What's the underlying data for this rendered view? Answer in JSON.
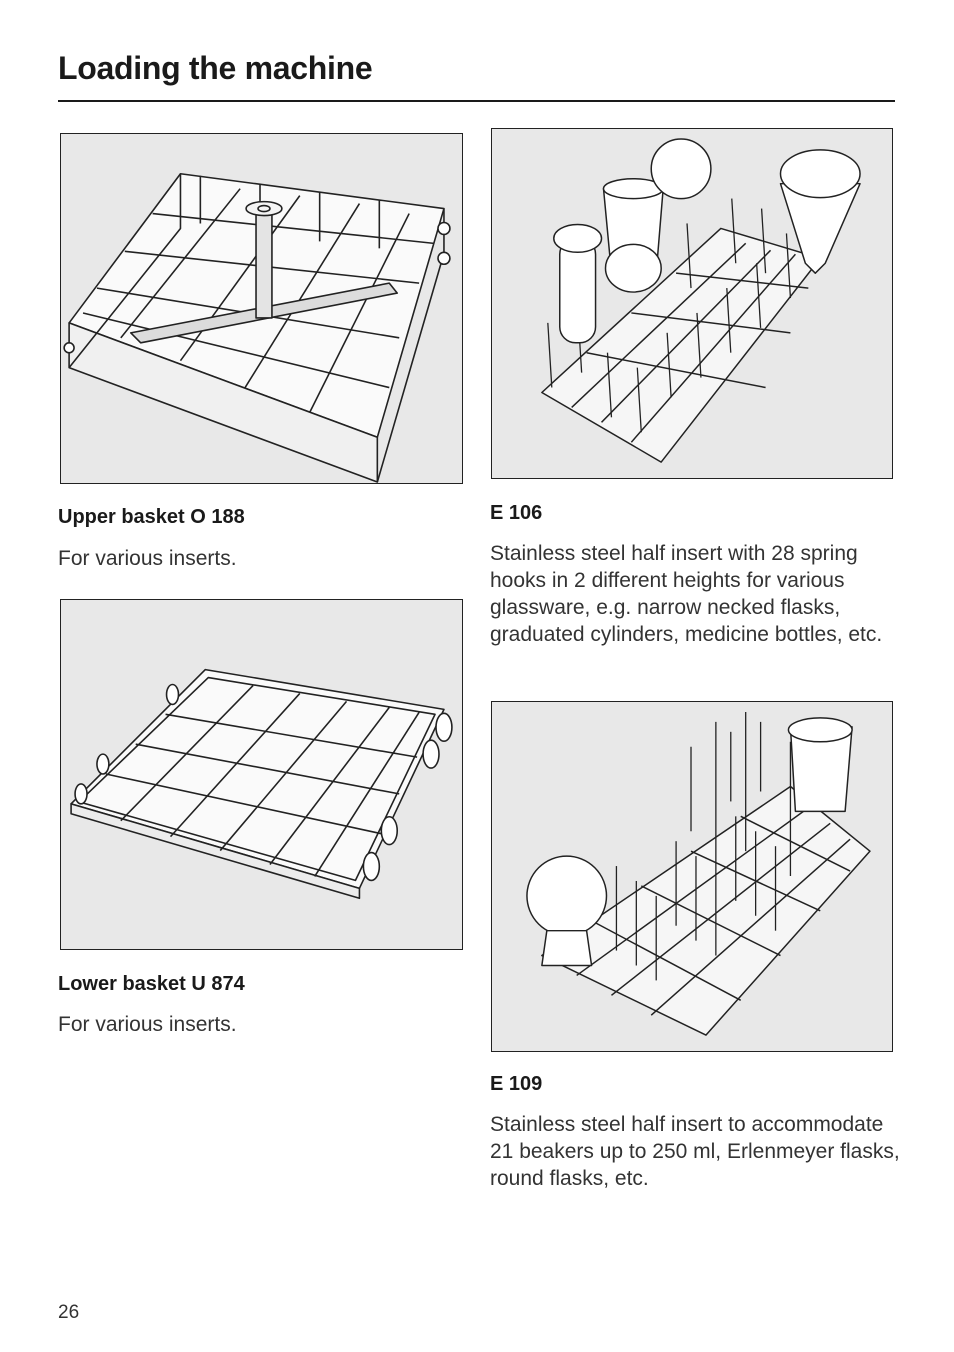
{
  "header": {
    "title": "Loading the machine"
  },
  "items": [
    {
      "heading": "Upper basket O 188",
      "text": "For various inserts."
    },
    {
      "heading": "Lower basket U 874",
      "text": "For various inserts."
    },
    {
      "heading": "E 106",
      "text": "Stainless steel half insert with 28 spring hooks in 2 different heights for various glassware, e.g. narrow necked flasks, graduated cylinders, medicine bottles, etc."
    },
    {
      "heading": "E 109",
      "text": "Stainless steel half insert to accommodate 21 beakers up to 250 ml, Erlenmeyer flasks, round flasks, etc."
    }
  ],
  "footer": {
    "page_number": "26"
  },
  "colors": {
    "figure_background": "#e8e8e8",
    "text": "#333333",
    "rule": "#1a1a1a"
  }
}
